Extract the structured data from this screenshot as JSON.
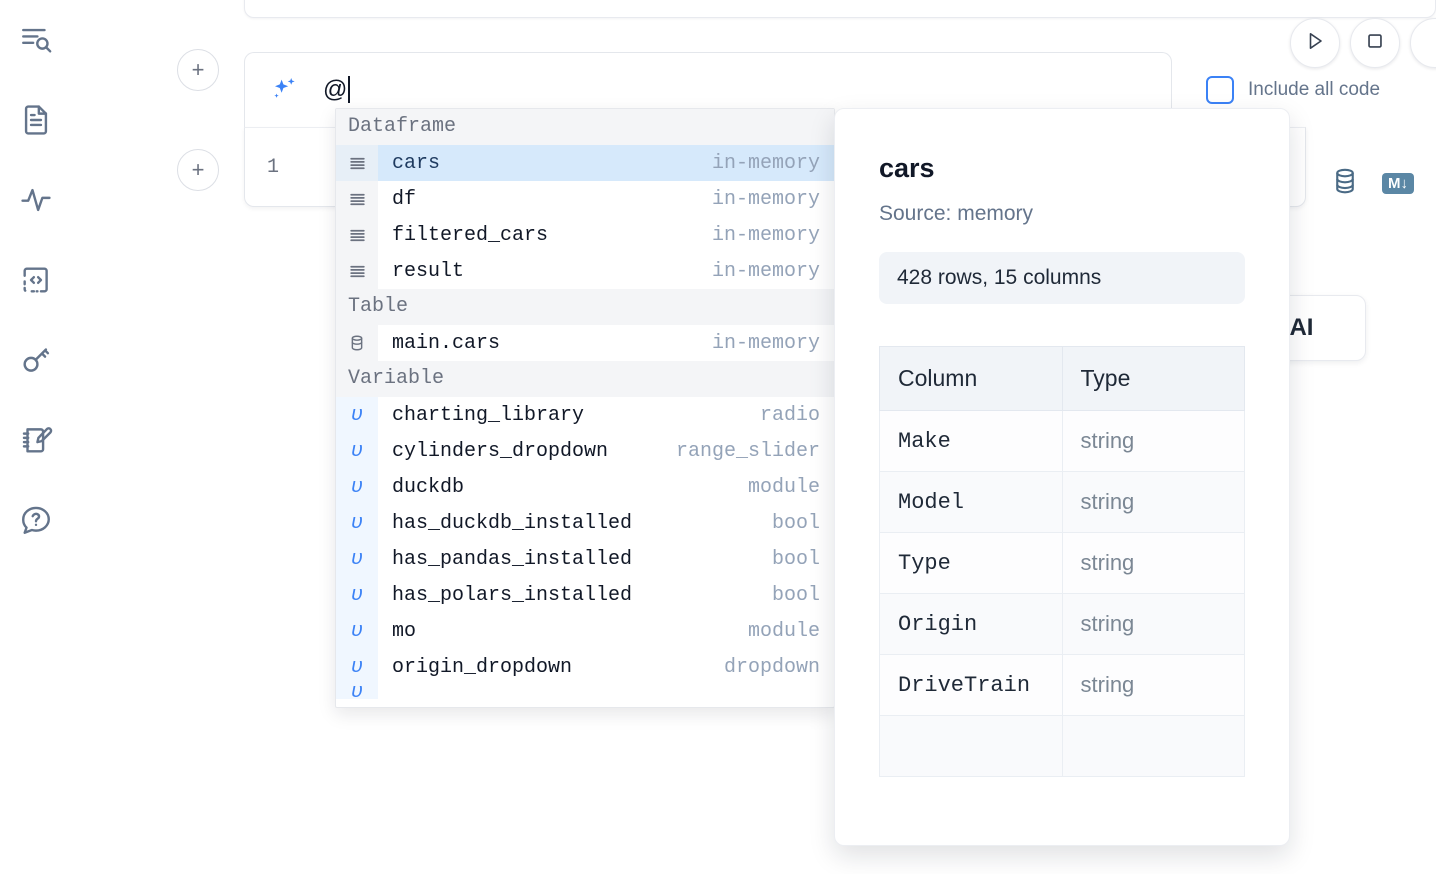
{
  "rail": {
    "items": [
      {
        "icon": "file-search-icon",
        "name": "explore-files"
      },
      {
        "icon": "document-icon",
        "name": "notebook-outline"
      },
      {
        "icon": "activity-pulse-icon",
        "name": "runtime-activity"
      },
      {
        "icon": "code-brackets-icon",
        "name": "snippets"
      },
      {
        "icon": "key-icon",
        "name": "secrets"
      },
      {
        "icon": "notebook-pencil-icon",
        "name": "scratchpad"
      },
      {
        "icon": "help-chat-icon",
        "name": "help"
      }
    ]
  },
  "notebook": {
    "add_cell_label": "+",
    "ai_prompt_value": "@",
    "line_number": "1",
    "sparkle_icon": "sparkle-icon"
  },
  "toolbar": {
    "include_all_code_label": "Include all code",
    "include_all_code_checked": false,
    "run_icon": "play-icon",
    "stop_icon": "stop-square-icon",
    "database_icon": "database-icon",
    "markdown_badge": "M↓",
    "chat_ai_label": "h AI"
  },
  "autocomplete": {
    "groups": [
      {
        "label": "Dataframe",
        "items": [
          {
            "icon": "dataframe-icon",
            "name": "cars",
            "meta": "in-memory",
            "selected": true
          },
          {
            "icon": "dataframe-icon",
            "name": "df",
            "meta": "in-memory",
            "selected": false
          },
          {
            "icon": "dataframe-icon",
            "name": "filtered_cars",
            "meta": "in-memory",
            "selected": false
          },
          {
            "icon": "dataframe-icon",
            "name": "result",
            "meta": "in-memory",
            "selected": false
          }
        ]
      },
      {
        "label": "Table",
        "items": [
          {
            "icon": "database-icon",
            "name": "main.cars",
            "meta": "in-memory",
            "selected": false
          }
        ]
      },
      {
        "label": "Variable",
        "items": [
          {
            "icon": "variable-icon",
            "name": "charting_library",
            "meta": "radio",
            "selected": false
          },
          {
            "icon": "variable-icon",
            "name": "cylinders_dropdown",
            "meta": "range_slider",
            "selected": false
          },
          {
            "icon": "variable-icon",
            "name": "duckdb",
            "meta": "module",
            "selected": false
          },
          {
            "icon": "variable-icon",
            "name": "has_duckdb_installed",
            "meta": "bool",
            "selected": false
          },
          {
            "icon": "variable-icon",
            "name": "has_pandas_installed",
            "meta": "bool",
            "selected": false
          },
          {
            "icon": "variable-icon",
            "name": "has_polars_installed",
            "meta": "bool",
            "selected": false
          },
          {
            "icon": "variable-icon",
            "name": "mo",
            "meta": "module",
            "selected": false
          },
          {
            "icon": "variable-icon",
            "name": "origin_dropdown",
            "meta": "dropdown",
            "selected": false
          }
        ]
      }
    ]
  },
  "detail": {
    "title": "cars",
    "source": "Source: memory",
    "stats": "428 rows, 15 columns",
    "columns_header": "Column",
    "type_header": "Type",
    "rows": [
      {
        "column": "Make",
        "type": "string"
      },
      {
        "column": "Model",
        "type": "string"
      },
      {
        "column": "Type",
        "type": "string"
      },
      {
        "column": "Origin",
        "type": "string"
      },
      {
        "column": "DriveTrain",
        "type": "string"
      }
    ]
  },
  "colors": {
    "accent_blue": "#3b82f6",
    "selection_blue": "#d6e9fb",
    "section_gray": "#f4f5f7",
    "meta_gray": "#94a3b8"
  }
}
